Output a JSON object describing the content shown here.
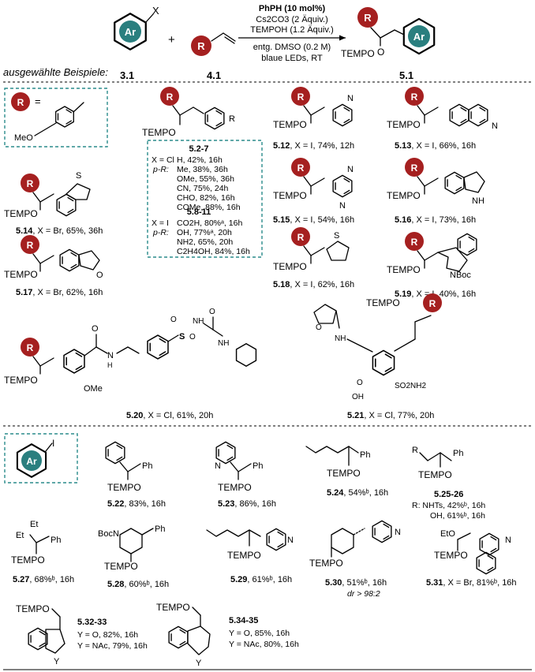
{
  "header": {
    "catalyst": "PhPH (10 mol%)",
    "base": "Cs2CO3 (2 Äquiv.)",
    "trap": "TEMPOH (1.2 Äquiv.)",
    "solvent": "entg. DMSO (0.2 M)",
    "light": "blaue LEDs, RT",
    "reactant1_label": "3.1",
    "reactant2_label": "4.1",
    "product_label": "5.1",
    "section_title": "ausgewählte Beispiele:",
    "ar": "Ar",
    "r": "R",
    "x": "X",
    "plus": "+",
    "tempo": "TEMPO",
    "o": "O"
  },
  "r_definition": {
    "r": "R",
    "eq": "=",
    "meo": "MeO"
  },
  "box_52_11": {
    "title1": "5.2-7",
    "xcl": "X = Cl",
    "pr": "p-R:",
    "rows1": [
      "H, 42%, 16h",
      "Me, 38%, 36h",
      "OMe, 55%, 36h",
      "CN, 75%, 24h",
      "CHO, 82%, 16h",
      "COMe, 88%, 16h"
    ],
    "title2": "5.8-11",
    "xi": "X = I",
    "rows2": [
      "CO2H, 80%ᵃ, 16h",
      "OH, 77%ᵃ, 20h",
      "NH2, 65%, 20h",
      "C2H4OH, 84%, 16h"
    ]
  },
  "compounds": [
    {
      "id": "5.12",
      "text": ", X = I, 74%, 12h"
    },
    {
      "id": "5.13",
      "text": ", X = I, 66%, 16h"
    },
    {
      "id": "5.14",
      "text": ", X = Br, 65%, 36h"
    },
    {
      "id": "5.15",
      "text": ", X = I, 54%, 16h"
    },
    {
      "id": "5.16",
      "text": ", X = I, 73%, 16h"
    },
    {
      "id": "5.17",
      "text": ", X = Br, 62%, 16h"
    },
    {
      "id": "5.18",
      "text": ", X = I, 62%, 16h"
    },
    {
      "id": "5.19",
      "text": ", X = I, 40%, 16h"
    },
    {
      "id": "5.20",
      "text": ", X = Cl, 61%, 20h"
    },
    {
      "id": "5.21",
      "text": ", X = Cl, 77%, 20h"
    },
    {
      "id": "5.22",
      "text": ", 83%, 16h"
    },
    {
      "id": "5.23",
      "text": ", 86%, 16h"
    },
    {
      "id": "5.24",
      "text": ", 54%ᵇ, 16h"
    },
    {
      "id": "5.25-26",
      "text": ""
    },
    {
      "id": "5.27",
      "text": ", 68%ᵇ, 16h"
    },
    {
      "id": "5.28",
      "text": ", 60%ᵇ, 16h"
    },
    {
      "id": "5.29",
      "text": ", 61%ᵇ, 16h"
    },
    {
      "id": "5.30",
      "text": ", 51%ᵇ, 16h"
    },
    {
      "id": "5.31",
      "text": ", X = Br, 81%ᵇ, 16h"
    },
    {
      "id": "5.32-33",
      "text": ""
    },
    {
      "id": "5.34-35",
      "text": ""
    }
  ],
  "extra": {
    "r_nhts": "R:  NHTs, 42%ᵇ, 16h",
    "r_oh": "OH, 61%ᵇ, 16h",
    "dr": "dr > 98:2",
    "y32a": "Y = O, 82%, 16h",
    "y32b": "Y = NAc, 79%, 16h",
    "y34a": "Y = O, 85%, 16h",
    "y34b": "Y = NAc, 80%, 16h"
  },
  "atoms": {
    "n": "N",
    "s": "S",
    "o": "O",
    "h": "H",
    "nh": "NH",
    "ome": "OMe",
    "oh": "OH",
    "so2nh2": "SO2NH2",
    "nboc": "NBoc",
    "ph": "Ph",
    "et": "Et",
    "boc": "BocN",
    "eto": "EtO",
    "y": "Y",
    "r_plain": "R",
    "i": "I"
  },
  "colors": {
    "ar_fill": "#2a7f7f",
    "r_fill": "#a52020",
    "dash": "#2a8c8c"
  }
}
